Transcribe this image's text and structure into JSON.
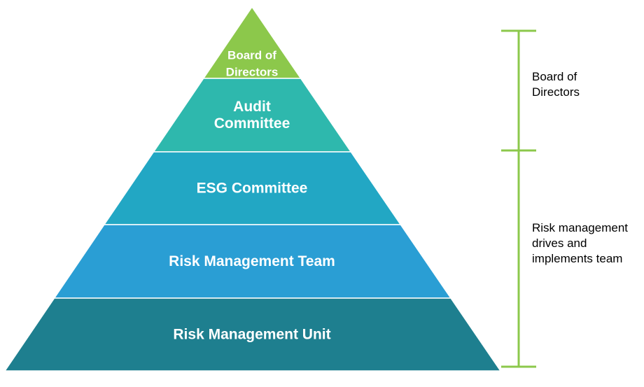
{
  "pyramid": {
    "tiers": [
      {
        "label_lines": [
          "Board of",
          "Directors"
        ],
        "color": "#8cc84b"
      },
      {
        "label_lines": [
          "Audit",
          "Committee"
        ],
        "color": "#2eb8ad"
      },
      {
        "label_lines": [
          "ESG Committee"
        ],
        "color": "#22a7c4"
      },
      {
        "label_lines": [
          "Risk Management Team"
        ],
        "color": "#2a9ed4"
      },
      {
        "label_lines": [
          "Risk Management Unit"
        ],
        "color": "#1e7f8f"
      }
    ]
  },
  "brackets": {
    "color": "#8cc84b",
    "groups": [
      {
        "label": "Board of\nDirectors"
      },
      {
        "label": "Risk management\ndrives and\nimplements team"
      }
    ]
  }
}
